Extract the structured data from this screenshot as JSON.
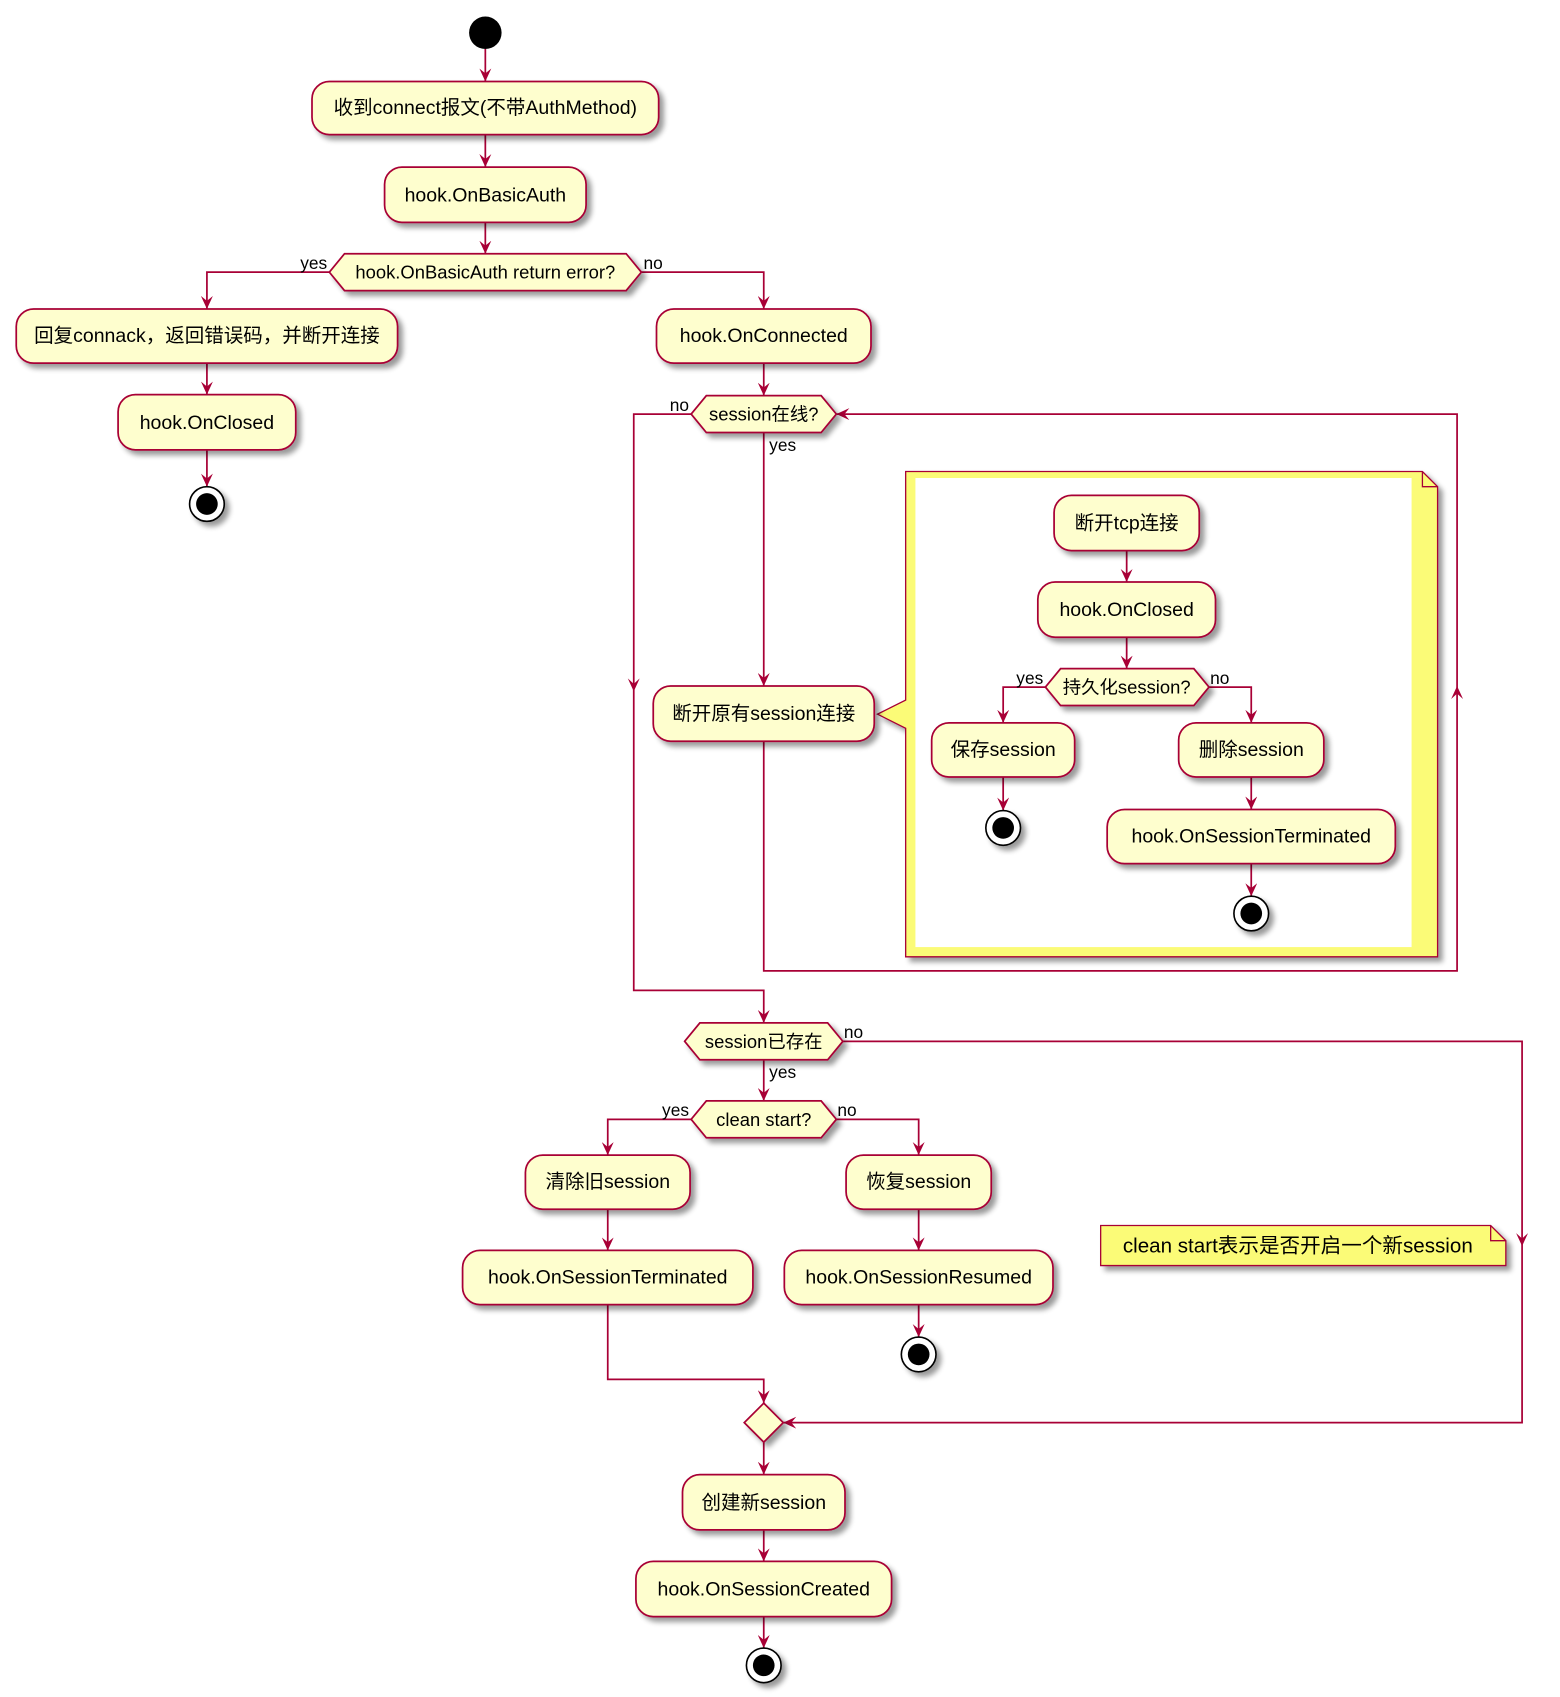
{
  "colors": {
    "activity_fill": "#FEFECE",
    "line": "#A80036",
    "note_fill": "#FBFB77",
    "start_end": "#000000",
    "background": "#FFFFFF"
  },
  "main": {
    "receive_connect": "收到connect报文(不带AuthMethod)",
    "on_basic_auth": "hook.OnBasicAuth",
    "auth_error_check": {
      "question": "hook.OnBasicAuth return error?",
      "yes": "yes",
      "no": "no"
    },
    "reply_connack": "回复connack，返回错误码，并断开连接",
    "on_closed": "hook.OnClosed",
    "on_connected": "hook.OnConnected",
    "session_online_check": {
      "question": "session在线?",
      "yes": "yes",
      "no": "no"
    },
    "disconnect_old_session": "断开原有session连接",
    "session_exists_check": {
      "question": "session已存在",
      "yes": "yes",
      "no": "no"
    },
    "clean_start_check": {
      "question": "clean start?",
      "yes": "yes",
      "no": "no"
    },
    "clear_old_session": "清除旧session",
    "on_session_terminated": "hook.OnSessionTerminated",
    "resume_session": "恢复session",
    "on_session_resumed": "hook.OnSessionResumed",
    "create_new_session": "创建新session",
    "on_session_created": "hook.OnSessionCreated"
  },
  "disconnect_note": {
    "disconnect_tcp": "断开tcp连接",
    "on_closed": "hook.OnClosed",
    "persist_check": {
      "question": "持久化session?",
      "yes": "yes",
      "no": "no"
    },
    "save_session": "保存session",
    "delete_session": "删除session",
    "on_session_terminated": "hook.OnSessionTerminated"
  },
  "clean_start_note": "clean start表示是否开启一个新session"
}
